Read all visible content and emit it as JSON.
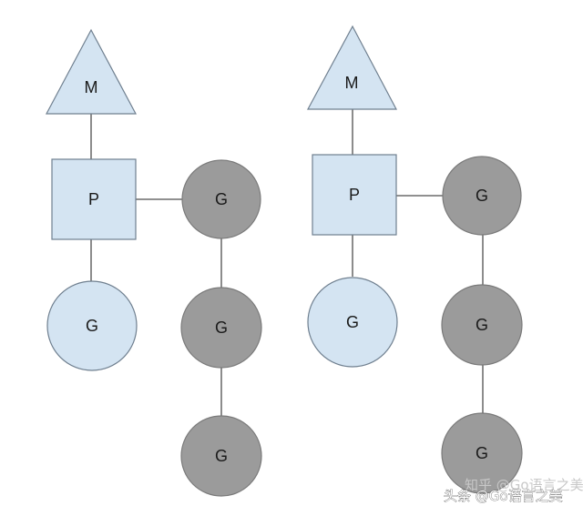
{
  "diagram": {
    "labels": {
      "machine": "M",
      "processor": "P",
      "goroutine": "G"
    },
    "colors": {
      "light_fill": "#d4e4f2",
      "dark_fill": "#9b9b9b",
      "edge": "#4d4d4d"
    },
    "groups": [
      {
        "machine": "M",
        "processor": "P",
        "running_goroutine": "G",
        "queued_goroutines": [
          "G",
          "G",
          "G"
        ]
      },
      {
        "machine": "M",
        "processor": "P",
        "running_goroutine": "G",
        "queued_goroutines": [
          "G",
          "G",
          "G"
        ]
      }
    ]
  },
  "watermark": {
    "back_text": "知乎 @Go语言之美",
    "front_text": "头条 @Go语言之美"
  }
}
